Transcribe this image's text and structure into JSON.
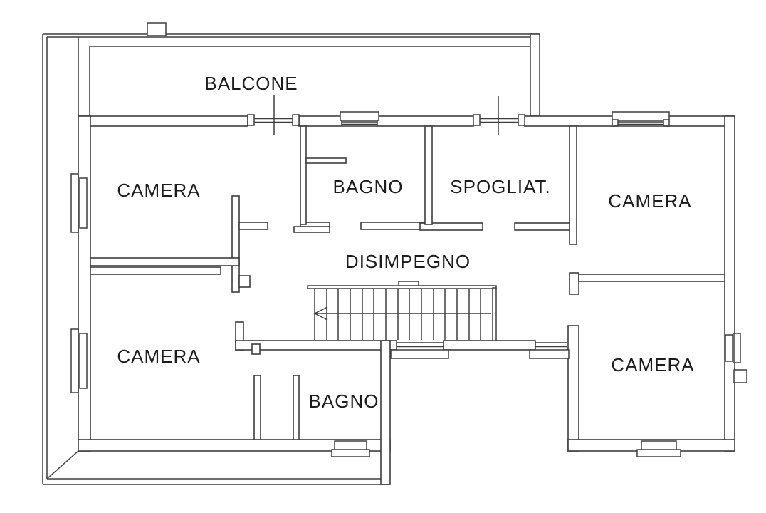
{
  "plan": {
    "type": "floor-plan",
    "labels": {
      "balcone": "BALCONE",
      "camera_nw": "CAMERA",
      "bagno_nord": "BAGNO",
      "spogliatoio": "SPOGLIAT.",
      "camera_ne": "CAMERA",
      "disimpegno": "DISIMPEGNO",
      "camera_sw": "CAMERA",
      "bagno_sud": "BAGNO",
      "camera_se": "CAMERA"
    },
    "colors": {
      "line": "#3d3d3d",
      "text": "#1c1c1c",
      "background": "#ffffff"
    }
  }
}
